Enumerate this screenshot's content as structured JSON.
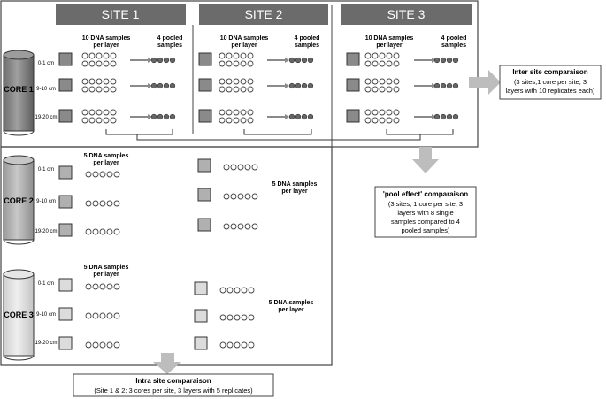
{
  "sites": [
    "SITE 1",
    "SITE 2",
    "SITE 3"
  ],
  "cores": [
    "CORE 1",
    "CORE 2",
    "CORE 3"
  ],
  "depths": [
    "0-1 cm",
    "9-10 cm",
    "19-20 cm"
  ],
  "labels": {
    "ten_samples_line1": "10 DNA samples",
    "ten_samples_line2": "per layer",
    "pooled_line1": "4 pooled",
    "pooled_line2": "samples",
    "five_samples_line1": "5 DNA samples",
    "five_samples_line2": "per layer"
  },
  "boxes": {
    "inter": {
      "title": "Inter site comparaison",
      "line1": "(3 sites,1 core per site,  3",
      "line2": "layers with 10 replicates each)"
    },
    "pool": {
      "title": "'pool effect' comparaison",
      "line1": "(3 sites, 1 core per site, 3",
      "line2": "layers with 8 single",
      "line3": "samples compared to 4",
      "line4": "pooled samples)"
    },
    "intra": {
      "title": "Intra site comparaison",
      "line1": "(Site 1 & 2: 3 cores per site, 3 layers with 5 replicates)"
    }
  },
  "colors": {
    "header_fill": "#6b6b6b",
    "core1_fill": "#8a8a8a",
    "core2_fill": "#b0b0b0",
    "core3_fill": "#dcdcdc",
    "arrow_fill": "#bdbdbd",
    "pooled_dot": "#666666"
  }
}
